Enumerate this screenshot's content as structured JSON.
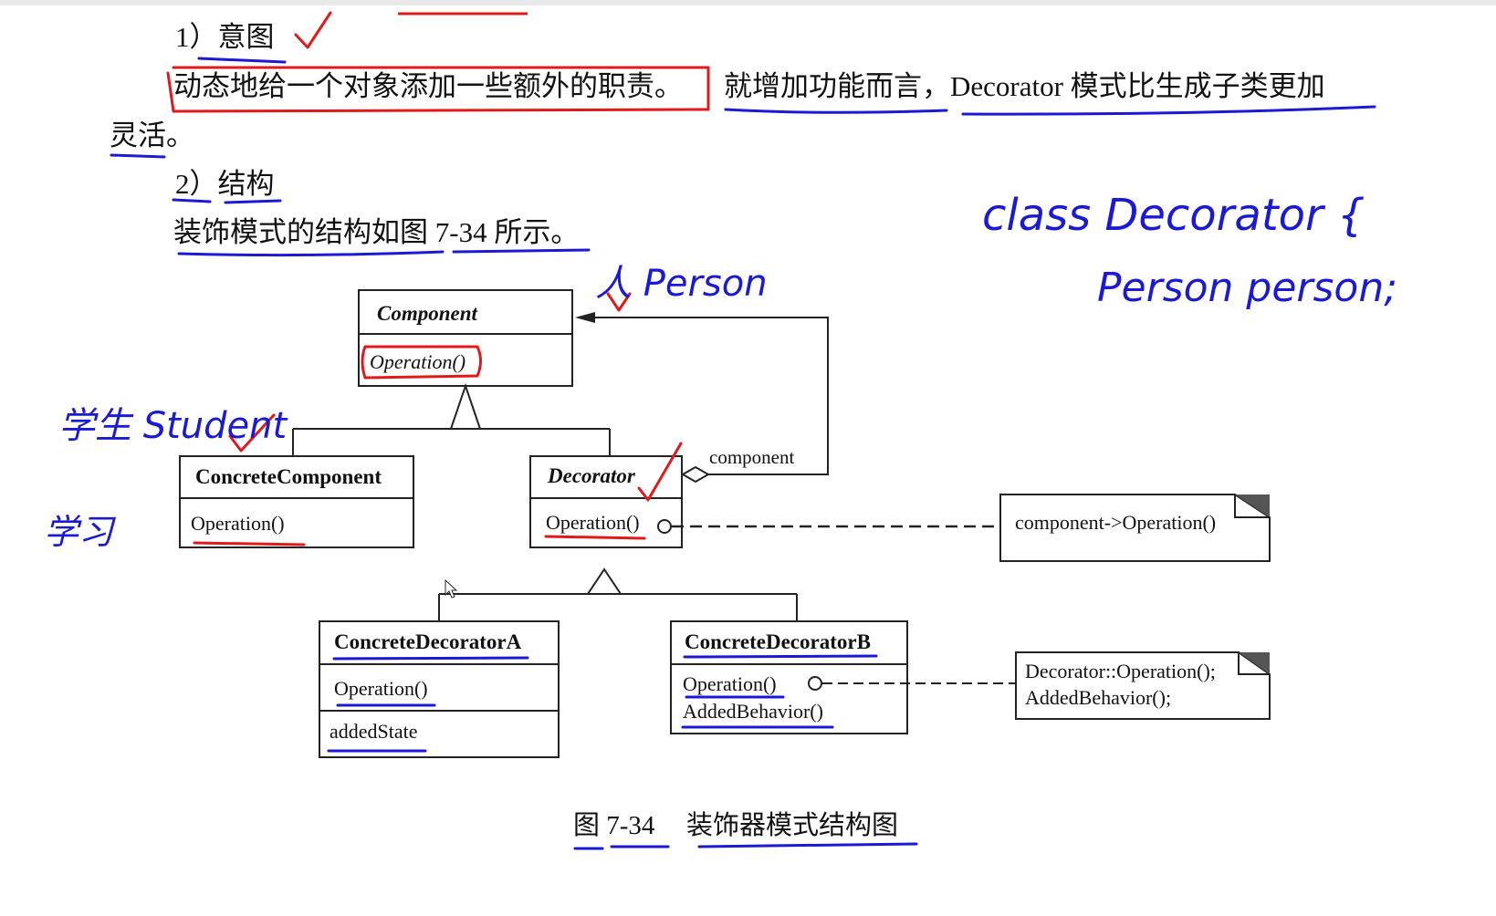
{
  "intent": {
    "heading": "1）意图",
    "line1_part1": "动态地给一个对象添加一些额外的职责。",
    "line1_part2": "就增加功能而言，Decorator 模式比生成子类更加",
    "line2": "灵活。"
  },
  "structure": {
    "heading": "2）结构",
    "description": "装饰模式的结构如图 7-34 所示。"
  },
  "diagram": {
    "component": {
      "name": "Component",
      "operation": "Operation()"
    },
    "concrete_component": {
      "name": "ConcreteComponent",
      "operation": "Operation()"
    },
    "decorator": {
      "name": "Decorator",
      "operation": "Operation()",
      "association_label": "component"
    },
    "concrete_decorator_a": {
      "name": "ConcreteDecoratorA",
      "operation": "Operation()",
      "state": "addedState"
    },
    "concrete_decorator_b": {
      "name": "ConcreteDecoratorB",
      "operation": "Operation()",
      "behavior": "AddedBehavior()"
    },
    "note_decorator": "component->Operation()",
    "note_b_line1": "Decorator::Operation();",
    "note_b_line2": "AddedBehavior();",
    "caption_number": "图 7-34",
    "caption_title": "装饰器模式结构图"
  },
  "annotations": {
    "person_label": "人 Person",
    "student_label": "学生 Student",
    "study_label": "学习",
    "code_line1": "class Decorator {",
    "code_line2": "Person person;"
  },
  "colors": {
    "red_ink": "#e01a1a",
    "blue_ink": "#1a1ad6",
    "box_stroke": "#222222"
  }
}
